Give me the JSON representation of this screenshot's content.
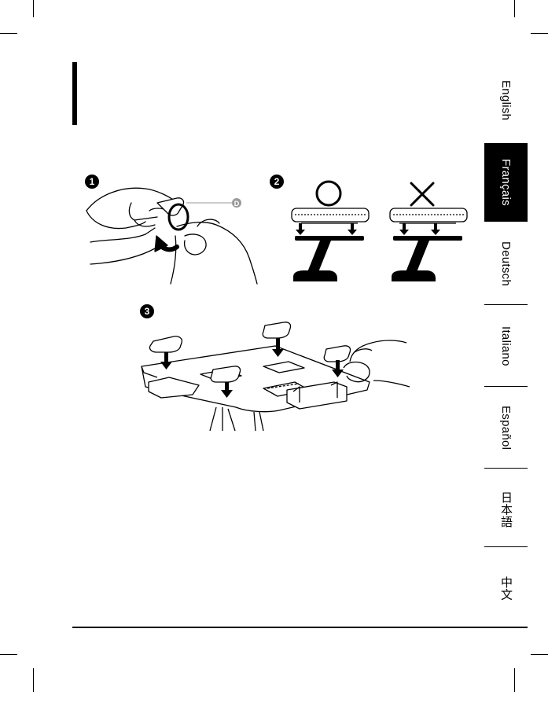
{
  "steps": {
    "step1": "1",
    "step2": "2",
    "step3": "3",
    "callout_letter": "D"
  },
  "sidebar": {
    "tabs": [
      {
        "label": "English",
        "active": false
      },
      {
        "label": "Français",
        "active": true
      },
      {
        "label": "Deutsch",
        "active": false
      },
      {
        "label": "Italiano",
        "active": false
      },
      {
        "label": "Español",
        "active": false
      },
      {
        "label": "日本語",
        "active": false
      },
      {
        "label": "中文",
        "active": false
      }
    ]
  },
  "colors": {
    "ink": "#000000",
    "paper": "#ffffff",
    "callout": "#9a9a9a"
  }
}
